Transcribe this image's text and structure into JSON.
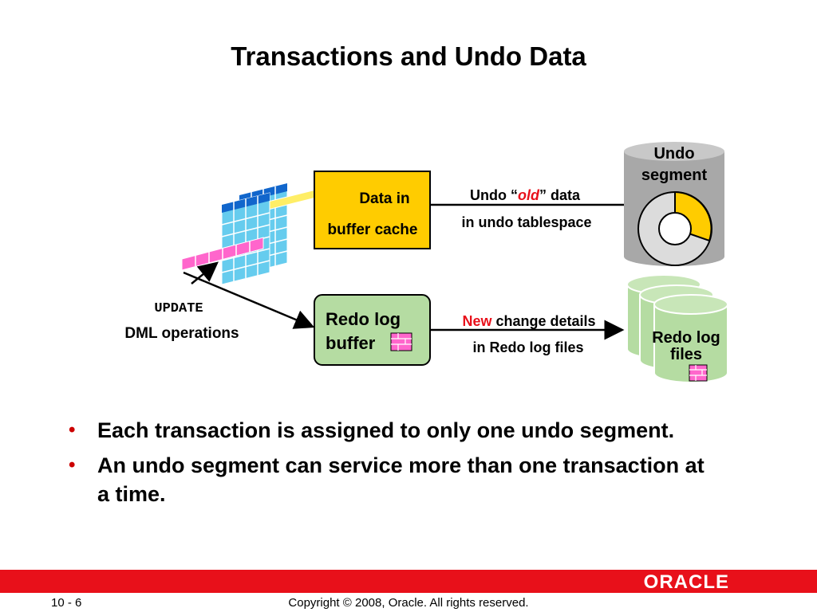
{
  "slide": {
    "title": "Transactions and Undo Data"
  },
  "diagram": {
    "update_label": "UPDATE",
    "dml_label": "DML operations",
    "buffer_cache": {
      "line1": "Data in",
      "line2": "buffer cache"
    },
    "redo_buffer": {
      "line1": "Redo log",
      "line2": "buffer"
    },
    "undo_arrow": {
      "prefix": "Undo “",
      "old": "old",
      "suffix": "” data",
      "line2": "in undo tablespace"
    },
    "redo_arrow": {
      "new": "New",
      "rest": " change details",
      "line2": "in Redo log files"
    },
    "undo_segment": {
      "line1": "Undo",
      "line2": "segment"
    },
    "redo_files": {
      "line1": "Redo log",
      "line2": "files"
    },
    "colors": {
      "buffer_cache_fill": "#ffcc00",
      "redo_buffer_fill": "#b5dca2",
      "cylinder_fill": "#a8a8a8",
      "redo_cylinder_fill": "#b5dca2",
      "accent_red": "#e8101a",
      "table_cell": "#66ccee",
      "table_header": "#1166cc",
      "row_highlight": "#ff66cc"
    }
  },
  "bullets": [
    "Each transaction is assigned to only one undo segment.",
    "An undo segment can service more than one transaction at a time."
  ],
  "footer": {
    "logo": "ORACLE",
    "page": "10 - 6",
    "copyright": "Copyright © 2008, Oracle. All rights reserved."
  }
}
